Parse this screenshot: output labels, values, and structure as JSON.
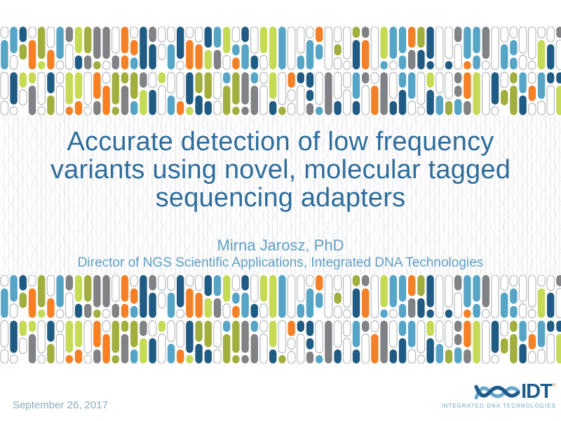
{
  "slide": {
    "title_lines": [
      "Accurate detection of low frequency",
      "variants using novel, molecular tagged",
      "sequencing adapters"
    ],
    "speaker": "Mirna Jarosz, PhD",
    "speaker_role": "Director of NGS Scientific Applications, Integrated DNA Technologies",
    "date": "September 26, 2017"
  },
  "logo": {
    "acronym": "IDT",
    "registered_mark": "®",
    "tagline": "INTEGRATED DNA TECHNOLOGIES"
  },
  "theme": {
    "background": "#ffffff",
    "title_color": "#2e6d9b",
    "subtitle_color": "#5f9ec6",
    "date_color": "#8aabbe",
    "logo_dark": "#1d5c8c",
    "logo_light": "#67a8cc",
    "pill_outline": "#b7babc",
    "pill_colors": [
      {
        "name": "white",
        "fill": "#ffffff",
        "stroke": "#b7babc",
        "weight": 9.0
      },
      {
        "name": "navy",
        "fill": "#1f5b83",
        "stroke": "",
        "weight": 2.6
      },
      {
        "name": "gray",
        "fill": "#808285",
        "stroke": "",
        "weight": 2.2
      },
      {
        "name": "light-blue",
        "fill": "#57a5c6",
        "stroke": "",
        "weight": 2.2
      },
      {
        "name": "orange",
        "fill": "#f58025",
        "stroke": "",
        "weight": 2.2
      },
      {
        "name": "lime",
        "fill": "#c6da55",
        "stroke": "",
        "weight": 1.6
      },
      {
        "name": "olive",
        "fill": "#a2ae3e",
        "stroke": "",
        "weight": 1.6
      }
    ]
  }
}
